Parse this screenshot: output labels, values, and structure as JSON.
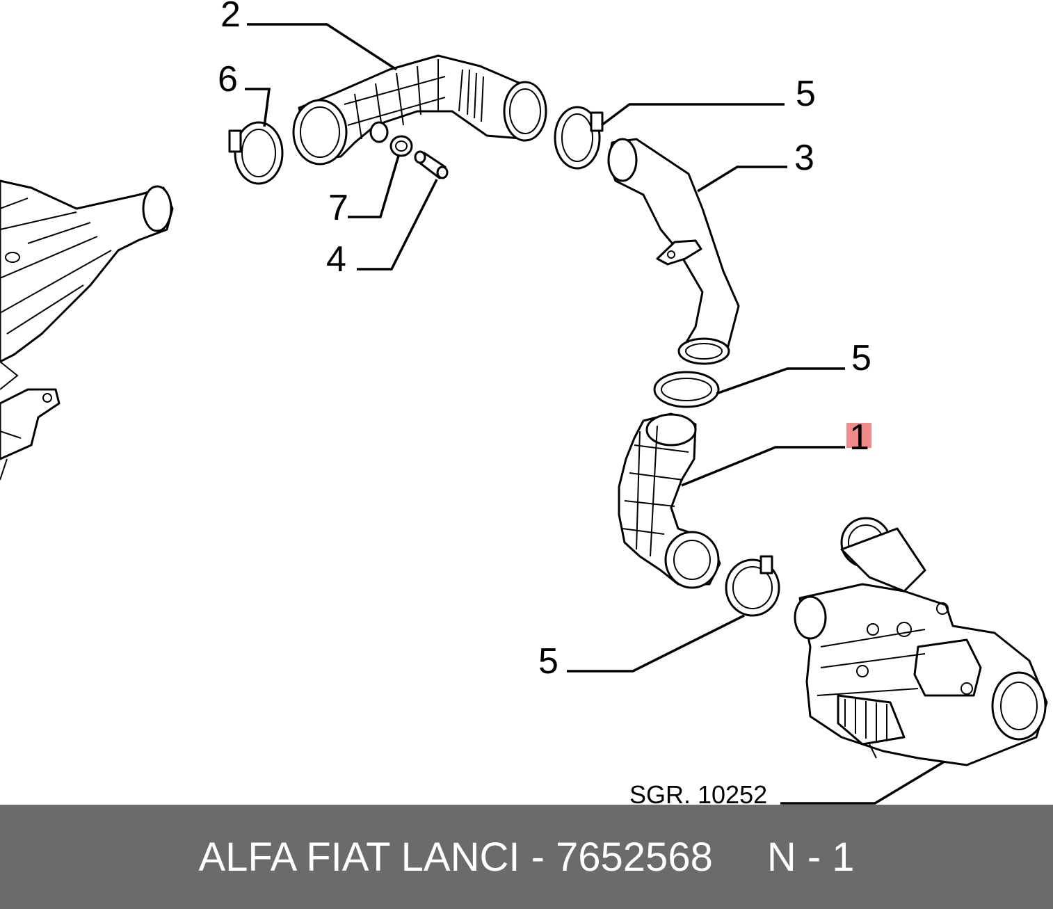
{
  "callouts": {
    "c2": "2",
    "c6": "6",
    "c7": "7",
    "c4": "4",
    "c5a": "5",
    "c3": "3",
    "c5b": "5",
    "c1": "1",
    "c5c": "5"
  },
  "reference_code": "SGR. 10252",
  "footer": {
    "part_label": "ALFA FIAT LANCI - 7652568",
    "position_label": "N - 1"
  },
  "colors": {
    "highlight": "#f08b8b",
    "footer_bg": "#6b6b6b"
  }
}
